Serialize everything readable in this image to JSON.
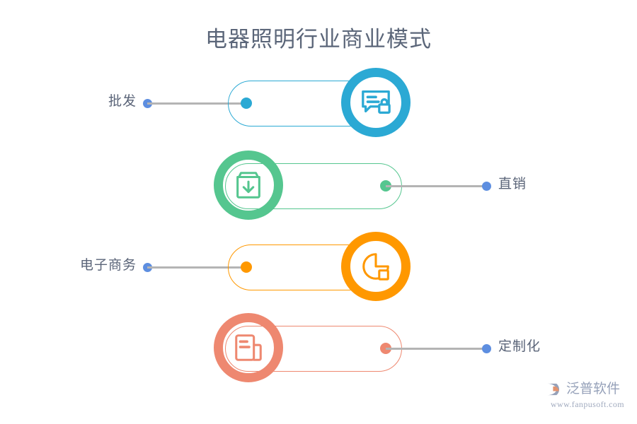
{
  "page": {
    "title": "电器照明行业商业模式",
    "background": "#ffffff",
    "title_color": "#5b6679",
    "label_color": "#5a6478",
    "connector_color": "#b4b4b4",
    "outer_dot_color": "#5d8ee0"
  },
  "rows": [
    {
      "label": "批发",
      "color": "#2ba9d4",
      "icon": "chat-lock-icon",
      "icon_side": "right",
      "label_side": "left"
    },
    {
      "label": "直销",
      "color": "#55c68f",
      "icon": "box-download-icon",
      "icon_side": "left",
      "label_side": "right"
    },
    {
      "label": "电子商务",
      "color": "#ff9800",
      "icon": "pie-chart-icon",
      "icon_side": "right",
      "label_side": "left"
    },
    {
      "label": "定制化",
      "color": "#ee8870",
      "icon": "documents-icon",
      "icon_side": "left",
      "label_side": "right"
    }
  ],
  "watermark": {
    "brand": "泛普软件",
    "url": "www.fanpusoft.com",
    "mark_color_a": "#8e9ab4",
    "mark_color_b": "#e08a63"
  }
}
